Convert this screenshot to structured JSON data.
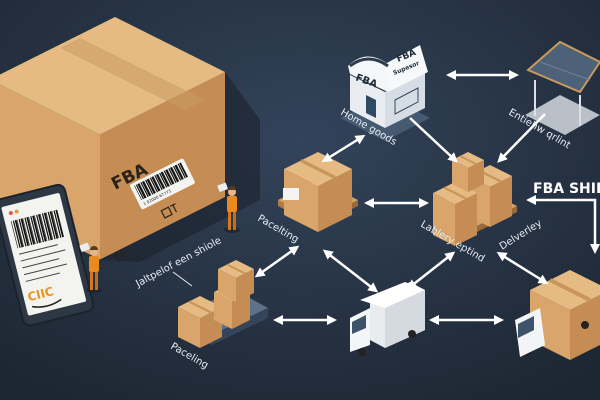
{
  "big_box": {
    "brand": "FBA",
    "barcode_number": "1 02000 67773"
  },
  "tablet": {
    "logo_text": "CIIC"
  },
  "labels": {
    "home_goods": "Home goods",
    "warehouse_canopy": "Entiehw qrlint",
    "pallet_packing": "Pacelting",
    "stack_label": "Lablery eptind",
    "delivery": "Delverley",
    "fba_ship": "FBA SHIB",
    "shipment_note": "Jaltpelof een shiole",
    "cart_packing": "Paceling"
  },
  "building": {
    "sign_left": "FBA",
    "sign_right_top": "FBA",
    "sign_right_bottom": "Supesor"
  },
  "colors": {
    "background": "#24303f",
    "box_top": "#e5bb83",
    "box_left": "#d9a56b",
    "box_right": "#c58d54",
    "arrow": "#ffffff",
    "worker": "#e88a1e"
  }
}
